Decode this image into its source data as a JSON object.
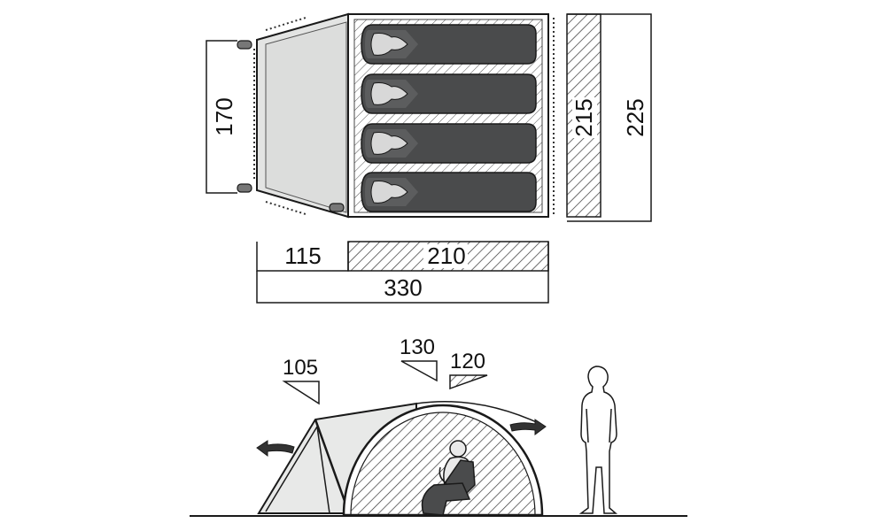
{
  "floor_plan": {
    "vestibule_height": "170",
    "inner_width": "215",
    "outer_width": "225",
    "vestibule_length": "115",
    "inner_length": "210",
    "total_length": "330",
    "sleeping_places": 4
  },
  "side_view": {
    "porch_height": "105",
    "inner_height": "130",
    "inner_height_low": "120"
  },
  "colors": {
    "line": "#1a1a1a",
    "vestibule_fill": "#e3e4e3",
    "inner_fill": "#f4f4f4",
    "sleeping_bag": "#4a4b4c",
    "pillow": "#d8d8d8"
  },
  "icons": [
    "arrow-left-icon",
    "arrow-right-icon",
    "sitting-person-icon",
    "standing-person-icon"
  ]
}
